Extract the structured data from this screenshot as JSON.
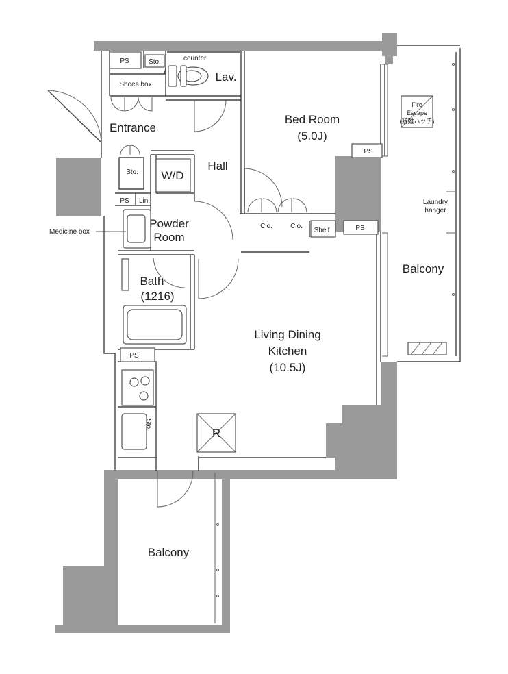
{
  "rooms": {
    "bedroom": [
      "Bed Room",
      "(5.0J)"
    ],
    "ldk": [
      "Living Dining",
      "Kitchen",
      "(10.5J)"
    ],
    "hall": "Hall",
    "entrance": "Entrance",
    "powder": [
      "Powder",
      "Room"
    ],
    "bath": [
      "Bath",
      "(1216)"
    ],
    "lav": "Lav.",
    "balcony_east": "Balcony",
    "balcony_south": "Balcony",
    "wd": "W/D"
  },
  "labels": {
    "ps": "PS",
    "sto": "Sto.",
    "counter": "counter",
    "shoes_box": "Shoes box",
    "lin": "Lin.",
    "medicine_box": "Medicine box",
    "clo": "Clo.",
    "shelf": "Shelf",
    "refrigerator": "R",
    "laundry_hanger": [
      "Laundry",
      "hanger"
    ],
    "fire_escape": [
      "Fire",
      "Escape",
      "(避難ハッチ)"
    ]
  },
  "colors": {
    "wall_fill": "#9a9a9a",
    "line": "#444444"
  }
}
